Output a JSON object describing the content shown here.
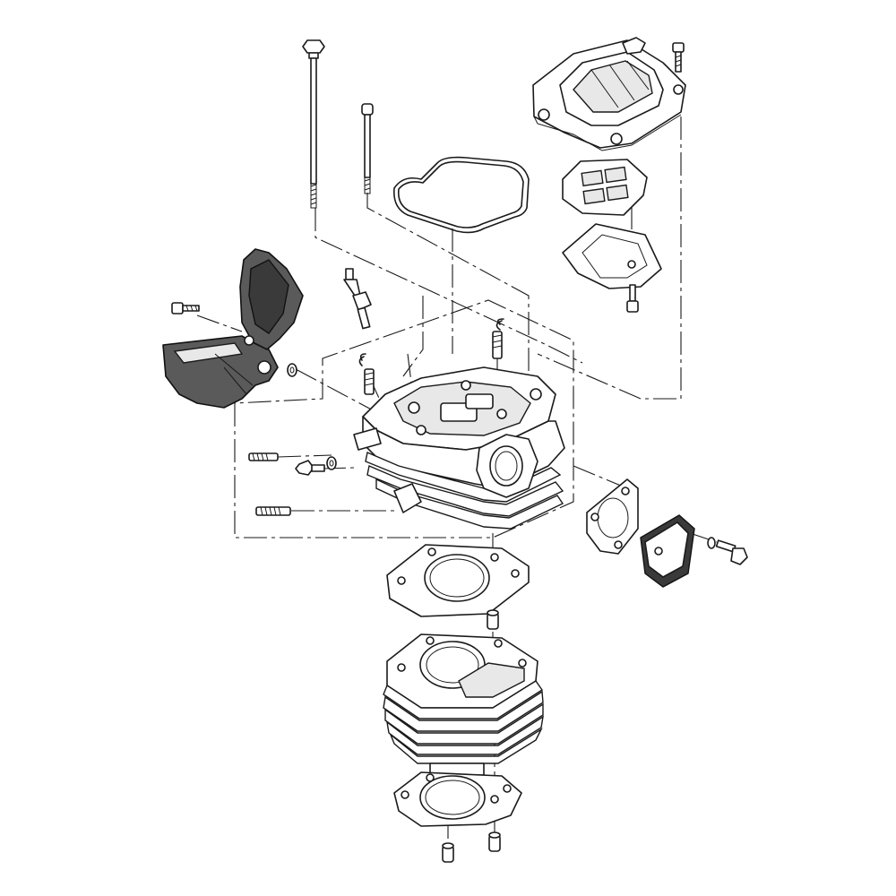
{
  "diagram": {
    "kind": "exploded-assembly",
    "background": "#ffffff",
    "line_color": "#1a1a1a",
    "shade_color": "#5a5a5a",
    "parts": [
      "long-stud-bolt",
      "short-stud-bolt",
      "valve-cover",
      "valve-cover-bolt",
      "breather-plate",
      "breather-gasket",
      "breather-screw",
      "valve-cover-gasket",
      "cylinder-head",
      "spark-plug",
      "intake-valve",
      "exhaust-valve",
      "head-side-cover",
      "side-cover-bolt",
      "side-cover-washer",
      "head-stud-short",
      "head-stud-long",
      "head-bolt",
      "head-bolt-washer",
      "intake-gasket",
      "intake-cap",
      "intake-washer",
      "intake-bolt",
      "head-gasket",
      "dowel-pin",
      "cylinder-block",
      "base-gasket",
      "base-dowel-pin"
    ]
  }
}
